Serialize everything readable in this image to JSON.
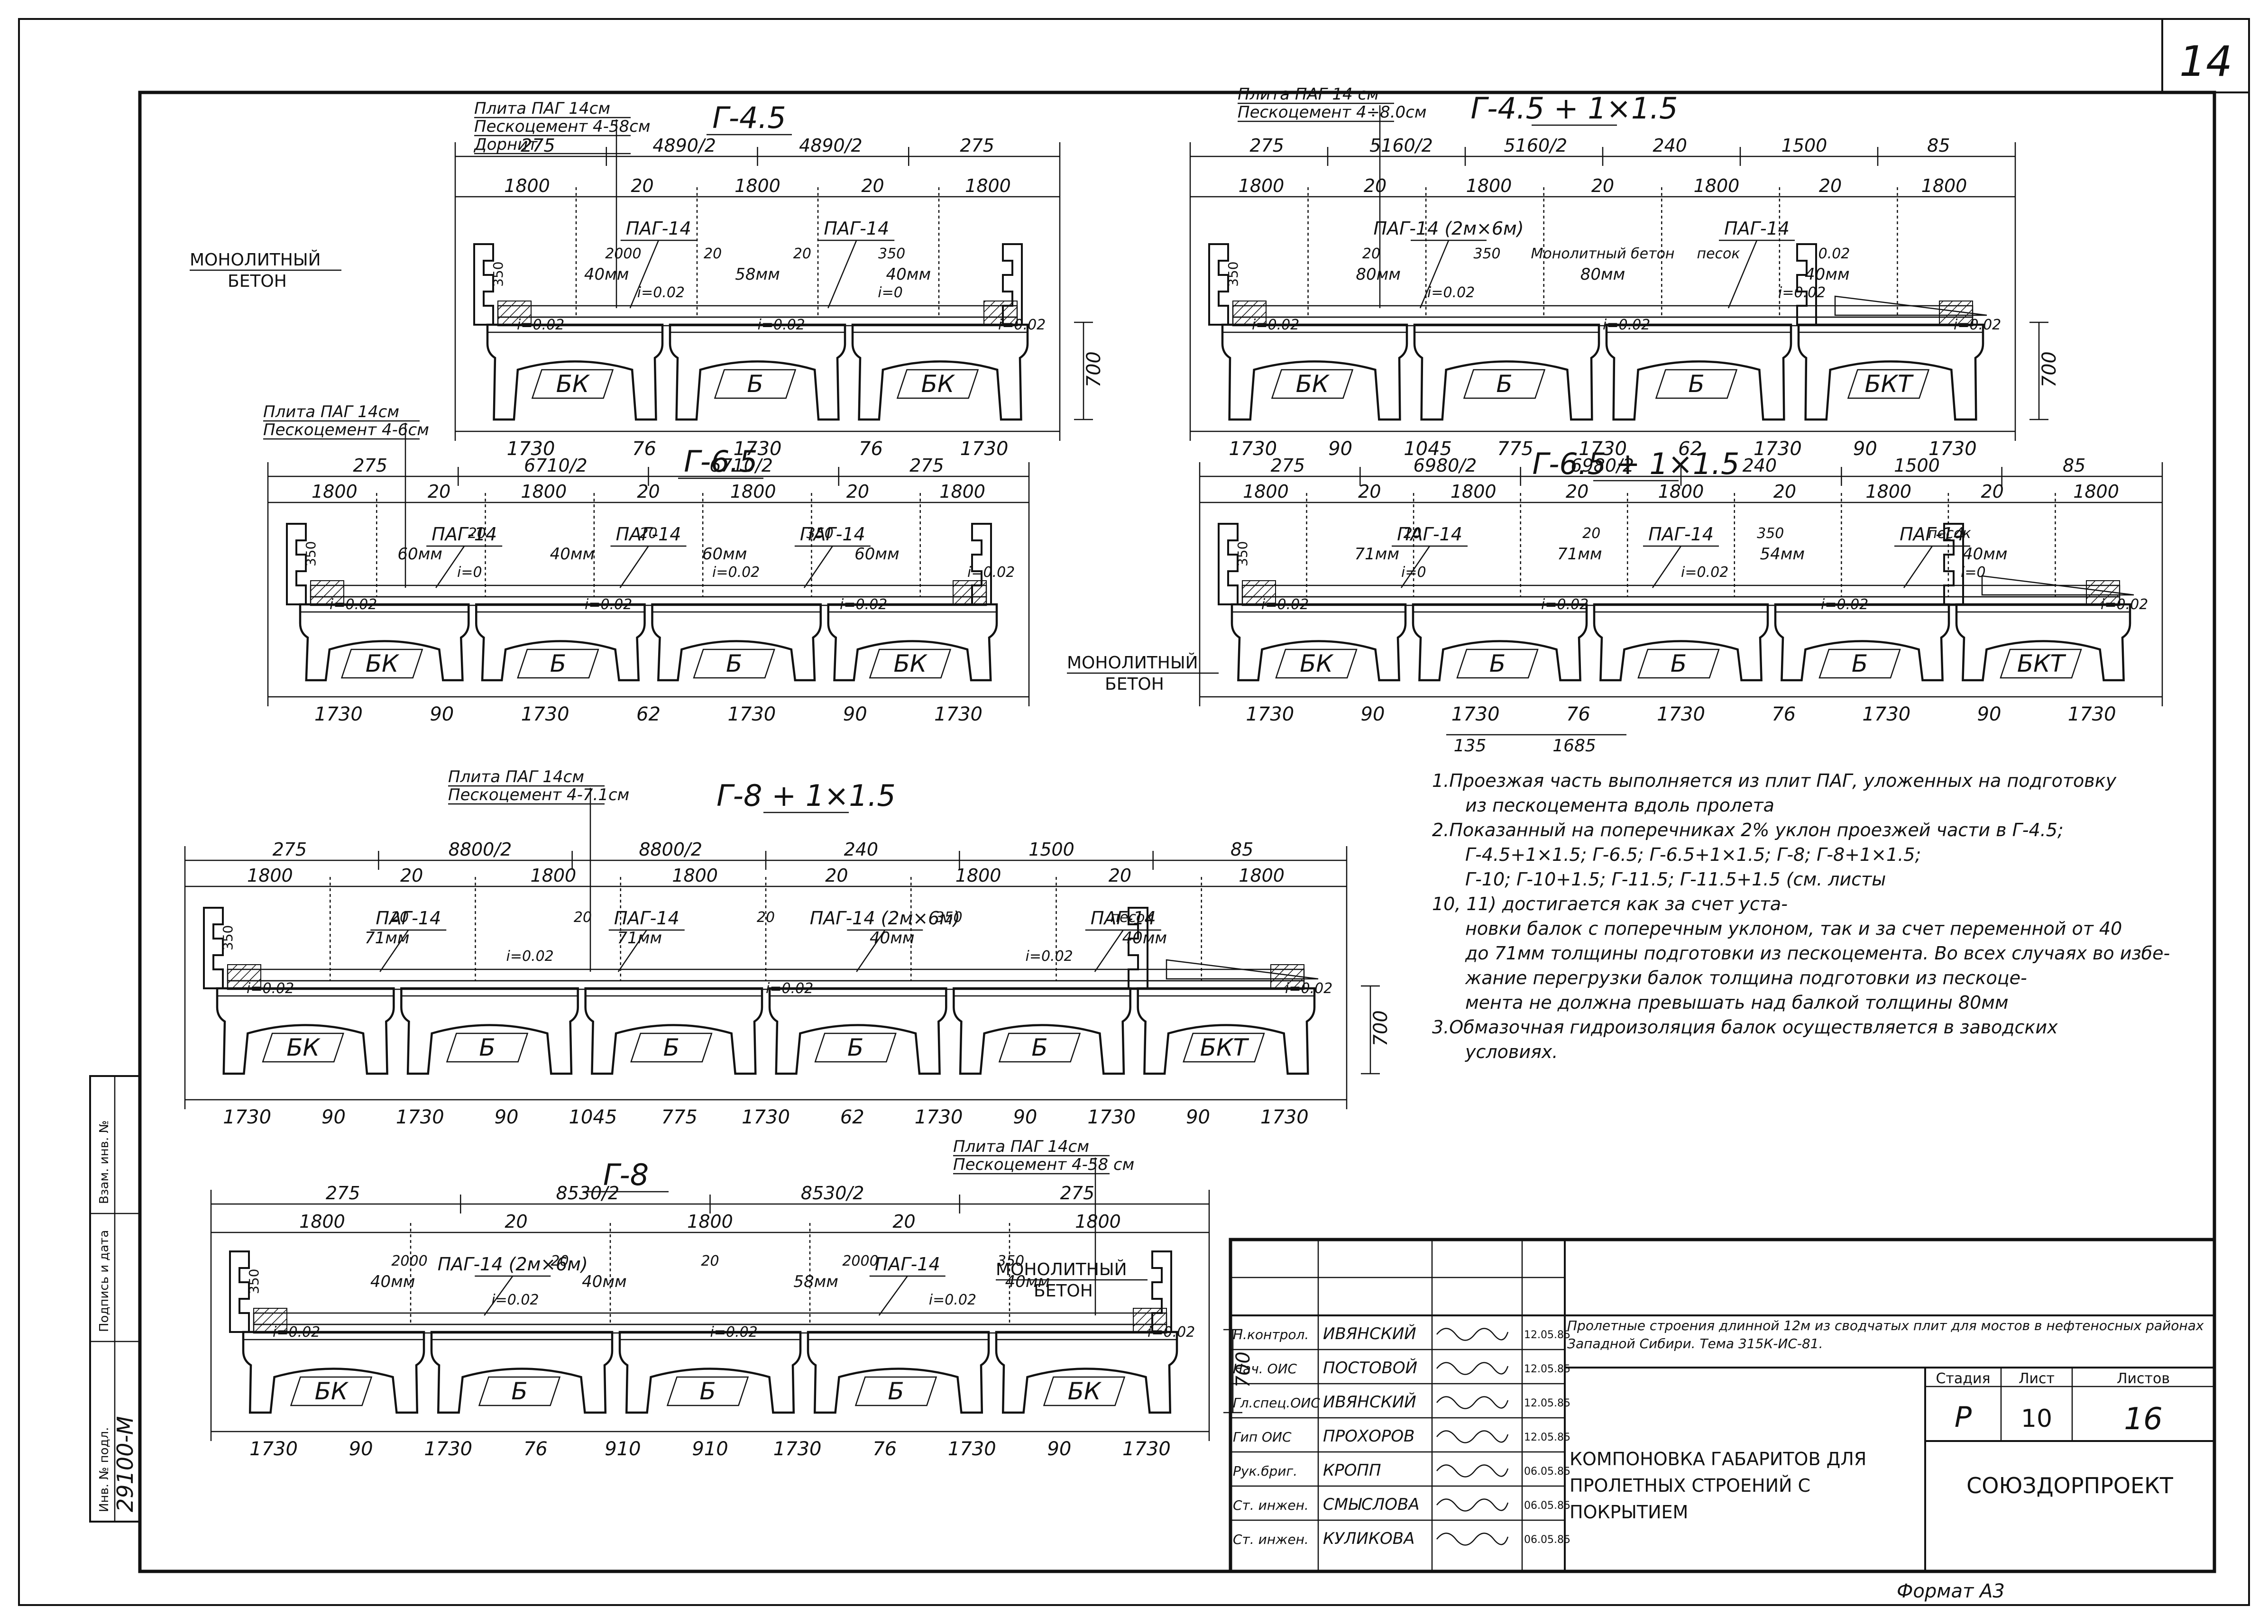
{
  "sheet_number": "14",
  "format_label": "Формат А3",
  "sections": [
    {
      "key": "g45",
      "title": "Г-4.5",
      "callout": [
        "Плита ПАГ 14см",
        "Пескоцемент 4-58см",
        "Дорнит"
      ],
      "top_dims": [
        "275",
        "4890/2",
        "4890/2",
        "275"
      ],
      "mid_dims": [
        "1800",
        "20",
        "1800",
        "20",
        "1800"
      ],
      "slab_labels": [
        "ПАГ-14",
        "ПАГ-14"
      ],
      "thickness": [
        "40мм",
        "58мм",
        "40мм"
      ],
      "misc": [
        "2000",
        "20",
        "20",
        "350"
      ],
      "slopes": [
        "i=0.02",
        "i=0.02",
        "i=0.02",
        "i=0",
        "i=0.02"
      ],
      "beams": [
        "БК",
        "Б",
        "БК"
      ],
      "bottom_dims": [
        "1730",
        "76",
        "1730",
        "76",
        "1730"
      ],
      "height": "700",
      "monolith": "Монолитный бетон"
    },
    {
      "key": "g45p",
      "title": "Г-4.5 + 1×1.5",
      "callout": [
        "Плита ПАГ 14 см",
        "Пескоцемент 4÷8.0см"
      ],
      "top_dims": [
        "275",
        "5160/2",
        "5160/2",
        "240",
        "1500",
        "85"
      ],
      "mid_dims": [
        "1800",
        "20",
        "1800",
        "20",
        "1800",
        "20",
        "1800"
      ],
      "slab_labels": [
        "ПАГ-14 (2м×6м)",
        "ПАГ-14"
      ],
      "thickness": [
        "80мм",
        "80мм",
        "40мм"
      ],
      "misc": [
        "20",
        "350",
        "Монолитный бетон",
        "песок",
        "0.02"
      ],
      "slopes": [
        "i=0.02",
        "i=0.02",
        "i=0.02",
        "i=0.02",
        "i=0.02"
      ],
      "beams": [
        "БК",
        "Б",
        "Б",
        "БКТ"
      ],
      "bottom_dims": [
        "1730",
        "90",
        "1045",
        "775",
        "1730",
        "62",
        "1730",
        "90",
        "1730"
      ],
      "height": "700"
    },
    {
      "key": "g65",
      "title": "Г-6.5",
      "callout": [
        "Плита ПАГ 14см",
        "Пескоцемент 4-6см"
      ],
      "top_dims": [
        "275",
        "6710/2",
        "6710/2",
        "275"
      ],
      "mid_dims": [
        "1800",
        "20",
        "1800",
        "20",
        "1800",
        "20",
        "1800"
      ],
      "slab_labels": [
        "ПАГ-14",
        "ПАГ-14",
        "ПАГ-14"
      ],
      "thickness": [
        "60мм",
        "40мм",
        "60мм",
        "60мм"
      ],
      "misc": [
        "20",
        "20",
        "350"
      ],
      "slopes": [
        "i=0.02",
        "i=0",
        "i=0.02",
        "i=0.02",
        "i=0.02",
        "i=0.02"
      ],
      "beams": [
        "БК",
        "Б",
        "Б",
        "БК"
      ],
      "bottom_dims": [
        "1730",
        "90",
        "1730",
        "62",
        "1730",
        "90",
        "1730"
      ],
      "monolith": "Монолитный бетон"
    },
    {
      "key": "g65p",
      "title": "Г-6.5 + 1×1.5",
      "top_dims": [
        "275",
        "6980/2",
        "6980/2",
        "240",
        "1500",
        "85"
      ],
      "mid_dims": [
        "1800",
        "20",
        "1800",
        "20",
        "1800",
        "20",
        "1800",
        "20",
        "1800"
      ],
      "slab_labels": [
        "ПАГ-14",
        "ПАГ-14",
        "ПАГ-14"
      ],
      "thickness": [
        "71мм",
        "71мм",
        "54мм",
        "40мм"
      ],
      "misc": [
        "20",
        "20",
        "350",
        "песок"
      ],
      "slopes": [
        "i=0.02",
        "i=0",
        "i=0.02",
        "i=0.02",
        "i=0.02",
        "i=0",
        "i=0.02"
      ],
      "beams": [
        "БК",
        "Б",
        "Б",
        "Б",
        "БКТ"
      ],
      "bottom_dims": [
        "1730",
        "90",
        "1730",
        "76",
        "1730",
        "76",
        "1730",
        "90",
        "1730"
      ],
      "extra_dims": [
        "135",
        "1685"
      ]
    },
    {
      "key": "g8p",
      "title": "Г-8 + 1×1.5",
      "callout": [
        "Плита ПАГ 14см",
        "Пескоцемент 4-7.1см"
      ],
      "top_dims": [
        "275",
        "8800/2",
        "8800/2",
        "240",
        "1500",
        "85"
      ],
      "mid_dims": [
        "1800",
        "20",
        "1800",
        "1800",
        "20",
        "1800",
        "20",
        "1800"
      ],
      "slab_labels": [
        "ПАГ-14",
        "ПАГ-14",
        "ПАГ-14 (2м×6м)",
        "ПАГ-14"
      ],
      "thickness": [
        "71мм",
        "71мм",
        "40мм",
        "40мм"
      ],
      "misc": [
        "20",
        "20",
        "20",
        "350",
        "песок"
      ],
      "slopes": [
        "i=0.02",
        "i=0.02",
        "i=0.02",
        "i=0.02",
        "i=0.02"
      ],
      "beams": [
        "БК",
        "Б",
        "Б",
        "Б",
        "Б",
        "БКТ"
      ],
      "bottom_dims": [
        "1730",
        "90",
        "1730",
        "90",
        "1045",
        "775",
        "1730",
        "62",
        "1730",
        "90",
        "1730",
        "90",
        "1730"
      ],
      "height": "700"
    },
    {
      "key": "g8",
      "title": "Г-8",
      "callout": [
        "Плита ПАГ 14см",
        "Пескоцемент 4-58 см"
      ],
      "top_dims": [
        "275",
        "8530/2",
        "8530/2",
        "275"
      ],
      "mid_dims": [
        "1800",
        "20",
        "1800",
        "20",
        "1800"
      ],
      "slab_labels": [
        "ПАГ-14 (2м×6м)",
        "ПАГ-14"
      ],
      "thickness": [
        "40мм",
        "40мм",
        "58мм",
        "40мм"
      ],
      "misc": [
        "2000",
        "20",
        "20",
        "2000",
        "350"
      ],
      "slopes": [
        "i=0.02",
        "i=0.02",
        "i=0.02",
        "i=0.02",
        "i=0.02"
      ],
      "beams": [
        "БК",
        "Б",
        "Б",
        "Б",
        "БК"
      ],
      "bottom_dims": [
        "1730",
        "90",
        "1730",
        "76",
        "910",
        "910",
        "1730",
        "76",
        "1730",
        "90",
        "1730"
      ],
      "height": "700",
      "monolith": "Монолитный бетон"
    }
  ],
  "notes": [
    "1.Проезжая часть выполняется из плит ПАГ, уложенных на подготовку",
    "из пескоцемента вдоль пролета",
    "2.Показанный на поперечниках 2% уклон проезжей части в Г-4.5;",
    "Г-4.5+1×1.5; Г-6.5; Г-6.5+1×1.5; Г-8; Г-8+1×1.5;",
    "Г-10; Г-10+1.5; Г-11.5; Г-11.5+1.5 (см. листы",
    "10, 11) достигается как за счет уста-",
    "новки балок с поперечным уклоном, так и за счет переменной от 40",
    "до 71мм толщины подготовки из пескоцемента. Во всех случаях во избе-",
    "жание перегрузки балок толщина подготовки из пескоце-",
    "мента не должна превышать над балкой толщины 80мм",
    "3.Обмазочная гидроизоляция балок осуществляется в заводских",
    "условиях."
  ],
  "left_strip": {
    "inv_no": "29100-М",
    "labels": [
      "Инв. № подл.",
      "Подпись и дата",
      "Взам. инв. №"
    ]
  },
  "title_block": {
    "project": "Пролетные строения длинной 12м из сводчатых плит для мостов в нефтеносных районах Западной Сибири. Тема 315К-ИС-81.",
    "drawing_title": "Компоновка габаритов для пролетных строений с покрытием",
    "org": "Союздорпроект",
    "stage_header": "Стадия",
    "sheet_header": "Лист",
    "sheets_header": "Листов",
    "stage": "Р",
    "sheet": "10",
    "sheets": "16",
    "signatures": [
      {
        "role": "Н.контрол.",
        "name": "Ивянский",
        "date": "12.05.85"
      },
      {
        "role": "Нач. ОИС",
        "name": "Постовой",
        "date": "12.05.85"
      },
      {
        "role": "Гл.спец.ОИС",
        "name": "Ивянский",
        "date": "12.05.85"
      },
      {
        "role": "Гип ОИС",
        "name": "Прохоров",
        "date": "12.05.85"
      },
      {
        "role": "Рук.бриг.",
        "name": "Кропп",
        "date": "06.05.85"
      },
      {
        "role": "Ст. инжен.",
        "name": "Смыслова",
        "date": "06.05.85"
      },
      {
        "role": "Ст. инжен.",
        "name": "Куликова",
        "date": "06.05.85"
      }
    ]
  }
}
